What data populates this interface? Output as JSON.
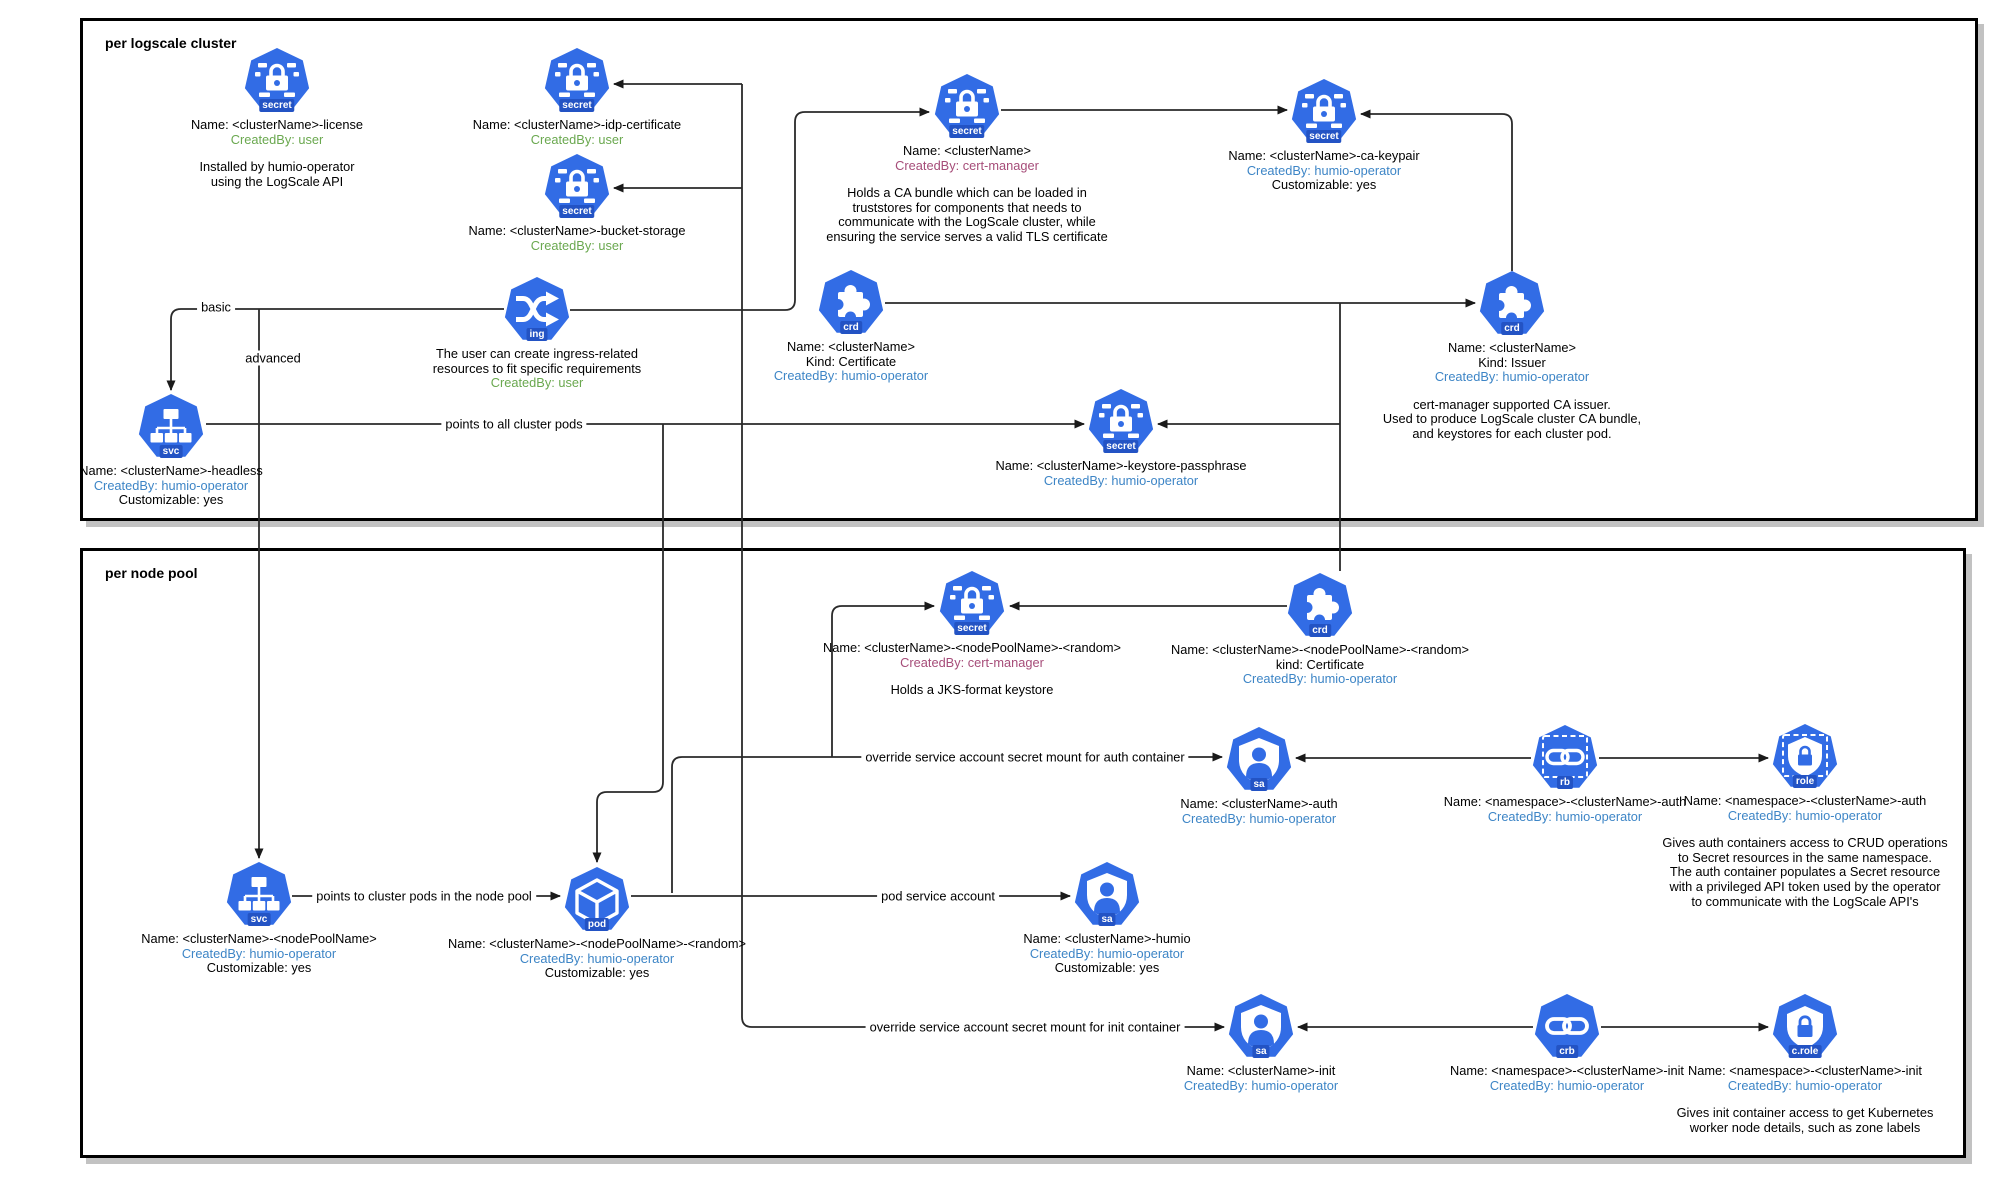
{
  "diagram": {
    "colors": {
      "icon_blue": "#326CE5",
      "badge_blue": "#2353C4",
      "user_green": "#6AA84F",
      "operator_blue": "#3D85C6",
      "certmanager_magenta": "#A64D79",
      "line": "#262626"
    },
    "boxes": [
      {
        "id": "cluster",
        "title": "per logscale cluster"
      },
      {
        "id": "nodepool",
        "title": "per node pool"
      }
    ],
    "nodes": [
      {
        "id": "license",
        "type": "secret",
        "badge": "secret",
        "label": [
          {
            "text": "Name: <clusterName>-license",
            "color": "black"
          },
          {
            "text": "CreatedBy: user",
            "color": "green"
          }
        ],
        "note": [
          "Installed by humio-operator",
          "using the LogScale API"
        ]
      },
      {
        "id": "idp",
        "type": "secret",
        "badge": "secret",
        "label": [
          {
            "text": "Name: <clusterName>-idp-certificate",
            "color": "black"
          },
          {
            "text": "CreatedBy: user",
            "color": "green"
          }
        ]
      },
      {
        "id": "bucket",
        "type": "secret",
        "badge": "secret",
        "label": [
          {
            "text": "Name: <clusterName>-bucket-storage",
            "color": "black"
          },
          {
            "text": "CreatedBy: user",
            "color": "green"
          }
        ]
      },
      {
        "id": "ing",
        "type": "ing",
        "badge": "ing",
        "label": [
          {
            "text": "The user can create ingress-related",
            "color": "black"
          },
          {
            "text": "resources to fit specific requirements",
            "color": "black"
          },
          {
            "text": "CreatedBy: user",
            "color": "green"
          }
        ]
      },
      {
        "id": "svc1",
        "type": "svc",
        "badge": "svc",
        "label": [
          {
            "text": "Name: <clusterName>-headless",
            "color": "black"
          },
          {
            "text": "CreatedBy: humio-operator",
            "color": "blue"
          },
          {
            "text": "Customizable: yes",
            "color": "black"
          }
        ]
      },
      {
        "id": "s4",
        "type": "secret",
        "badge": "secret",
        "label": [
          {
            "text": "Name: <clusterName>",
            "color": "black"
          },
          {
            "text": "CreatedBy: cert-manager",
            "color": "magenta"
          }
        ],
        "note": [
          "Holds a CA bundle which can be loaded in",
          "truststores for components that needs to",
          "communicate with the LogScale cluster, while",
          "ensuring the service serves a valid TLS certificate"
        ]
      },
      {
        "id": "cakeypair",
        "type": "secret",
        "badge": "secret",
        "label": [
          {
            "text": "Name: <clusterName>-ca-keypair",
            "color": "black"
          },
          {
            "text": "CreatedBy: humio-operator",
            "color": "blue"
          },
          {
            "text": "Customizable: yes",
            "color": "black"
          }
        ]
      },
      {
        "id": "crdcert",
        "type": "crd",
        "badge": "crd",
        "label": [
          {
            "text": "Name: <clusterName>",
            "color": "black"
          },
          {
            "text": "Kind: Certificate",
            "color": "black"
          },
          {
            "text": "CreatedBy: humio-operator",
            "color": "blue"
          }
        ]
      },
      {
        "id": "issuer",
        "type": "crd",
        "badge": "crd",
        "label": [
          {
            "text": "Name: <clusterName>",
            "color": "black"
          },
          {
            "text": "Kind: Issuer",
            "color": "black"
          },
          {
            "text": "CreatedBy: humio-operator",
            "color": "blue"
          }
        ],
        "note": [
          "cert-manager supported CA issuer.",
          "Used to produce LogScale cluster CA bundle,",
          "and keystores for each cluster pod."
        ]
      },
      {
        "id": "keystore",
        "type": "secret",
        "badge": "secret",
        "label": [
          {
            "text": "Name: <clusterName>-keystore-passphrase",
            "color": "black"
          },
          {
            "text": "CreatedBy: humio-operator",
            "color": "blue"
          }
        ]
      },
      {
        "id": "npsecret",
        "type": "secret",
        "badge": "secret",
        "label": [
          {
            "text": "Name: <clusterName>-<nodePoolName>-<random>",
            "color": "black"
          },
          {
            "text": "CreatedBy: cert-manager",
            "color": "magenta"
          }
        ],
        "note": [
          "Holds a JKS-format keystore"
        ]
      },
      {
        "id": "npcrd",
        "type": "crd",
        "badge": "crd",
        "label": [
          {
            "text": "Name: <clusterName>-<nodePoolName>-<random>",
            "color": "black"
          },
          {
            "text": "kind: Certificate",
            "color": "black"
          },
          {
            "text": "CreatedBy: humio-operator",
            "color": "blue"
          }
        ]
      },
      {
        "id": "saauth",
        "type": "sa",
        "badge": "sa",
        "label": [
          {
            "text": "Name: <clusterName>-auth",
            "color": "black"
          },
          {
            "text": "CreatedBy: humio-operator",
            "color": "blue"
          }
        ]
      },
      {
        "id": "rb",
        "type": "rb",
        "badge": "rb",
        "label": [
          {
            "text": "Name: <namespace>-<clusterName>-auth",
            "color": "black"
          },
          {
            "text": "CreatedBy: humio-operator",
            "color": "blue"
          }
        ]
      },
      {
        "id": "role",
        "type": "role",
        "badge": "role",
        "label": [
          {
            "text": "Name: <namespace>-<clusterName>-auth",
            "color": "black"
          },
          {
            "text": "CreatedBy: humio-operator",
            "color": "blue"
          }
        ],
        "note": [
          "Gives auth containers access to CRUD operations",
          "to Secret resources in the same namespace.",
          "The auth container populates a Secret resource",
          "with a privileged API token used by the operator",
          "to communicate with the LogScale API's"
        ]
      },
      {
        "id": "svc2",
        "type": "svc",
        "badge": "svc",
        "label": [
          {
            "text": "Name: <clusterName>-<nodePoolName>",
            "color": "black"
          },
          {
            "text": "CreatedBy: humio-operator",
            "color": "blue"
          },
          {
            "text": "Customizable: yes",
            "color": "black"
          }
        ]
      },
      {
        "id": "pod",
        "type": "pod",
        "badge": "pod",
        "label": [
          {
            "text": "Name: <clusterName>-<nodePoolName>-<random>",
            "color": "black"
          },
          {
            "text": "CreatedBy: humio-operator",
            "color": "blue"
          },
          {
            "text": "Customizable: yes",
            "color": "black"
          }
        ]
      },
      {
        "id": "sahumio",
        "type": "sa",
        "badge": "sa",
        "label": [
          {
            "text": "Name: <clusterName>-humio",
            "color": "black"
          },
          {
            "text": "CreatedBy: humio-operator",
            "color": "blue"
          },
          {
            "text": "Customizable: yes",
            "color": "black"
          }
        ]
      },
      {
        "id": "sainit",
        "type": "sa",
        "badge": "sa",
        "label": [
          {
            "text": "Name: <clusterName>-init",
            "color": "black"
          },
          {
            "text": "CreatedBy: humio-operator",
            "color": "blue"
          }
        ]
      },
      {
        "id": "crb",
        "type": "crb",
        "badge": "crb",
        "label": [
          {
            "text": "Name: <namespace>-<clusterName>-init",
            "color": "black"
          },
          {
            "text": "CreatedBy: humio-operator",
            "color": "blue"
          }
        ]
      },
      {
        "id": "crole",
        "type": "crole",
        "badge": "c.role",
        "label": [
          {
            "text": "Name: <namespace>-<clusterName>-init",
            "color": "black"
          },
          {
            "text": "CreatedBy: humio-operator",
            "color": "blue"
          }
        ],
        "note": [
          "Gives init container access to get Kubernetes",
          "worker node details, such as zone labels"
        ]
      }
    ],
    "edge_labels": [
      {
        "id": "basic",
        "text": "basic"
      },
      {
        "id": "advanced",
        "text": "advanced"
      },
      {
        "id": "all_pods",
        "text": "points to all cluster pods"
      },
      {
        "id": "nodepool_pods",
        "text": "points to cluster pods in the node pool"
      },
      {
        "id": "pod_sa",
        "text": "pod service account"
      },
      {
        "id": "auth_override",
        "text": "override service account secret mount for auth container"
      },
      {
        "id": "init_override",
        "text": "override service account secret mount for init container"
      }
    ]
  }
}
